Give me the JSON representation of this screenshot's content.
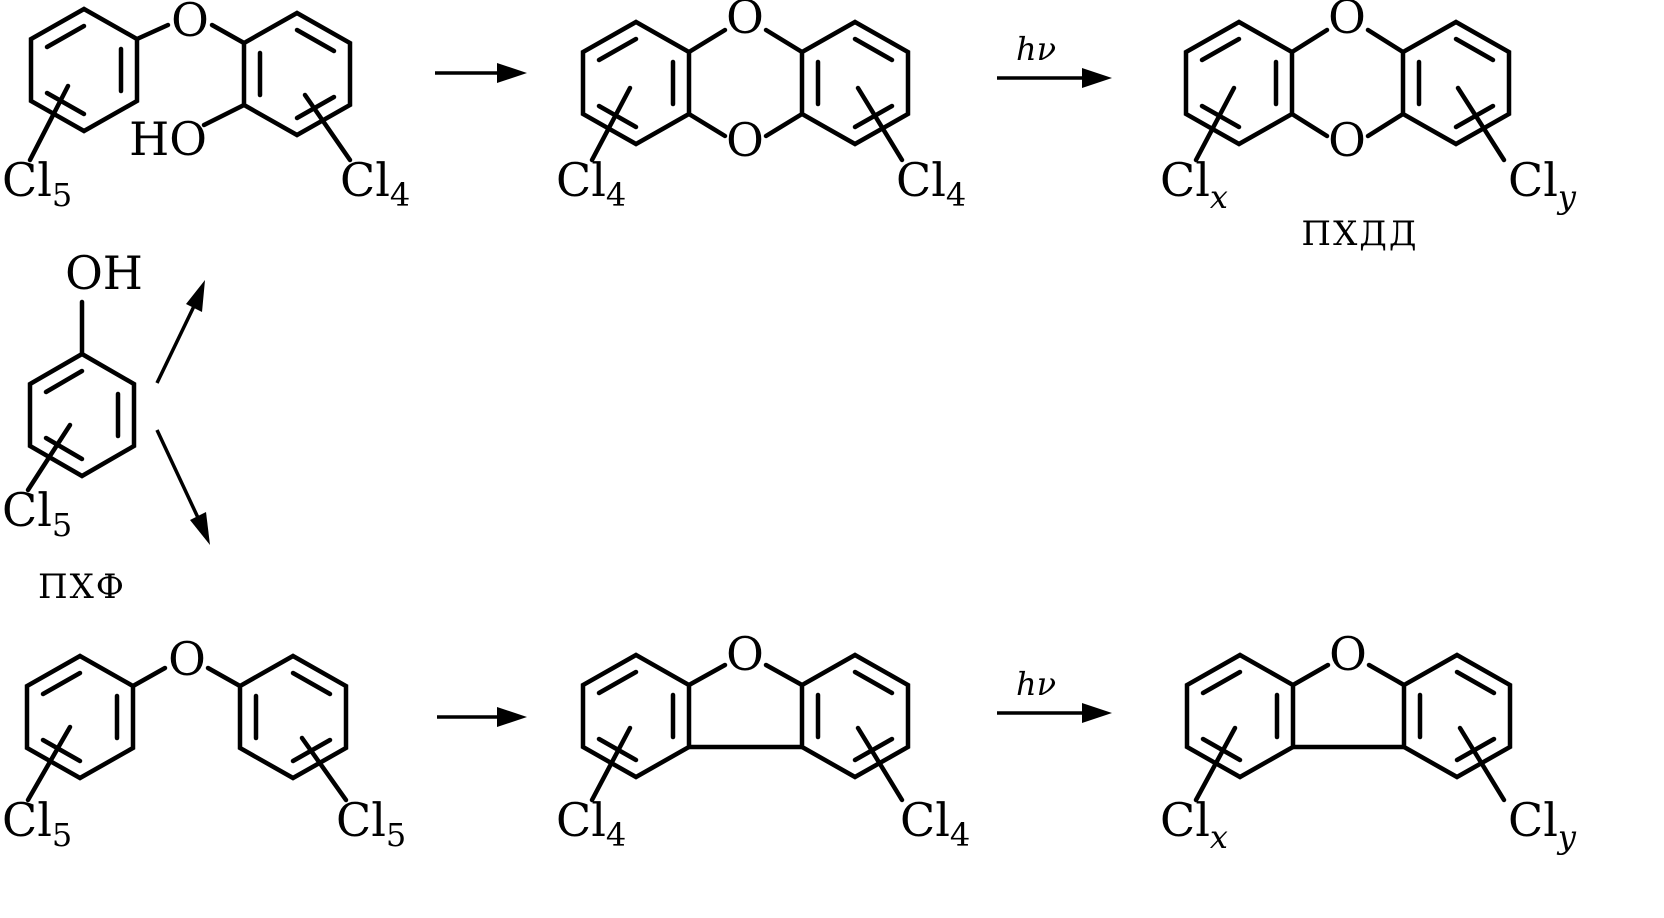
{
  "atoms": {
    "oxygen": "O",
    "hydroxyl_left": "HO",
    "hydroxyl_top": "OH",
    "chlorine": "Cl"
  },
  "subscripts": {
    "five": "5",
    "four": "4",
    "x": "x",
    "y": "y"
  },
  "arrow_label": "hν",
  "captions": {
    "pcp": "ПХФ",
    "pcdd": "ПХДД"
  }
}
